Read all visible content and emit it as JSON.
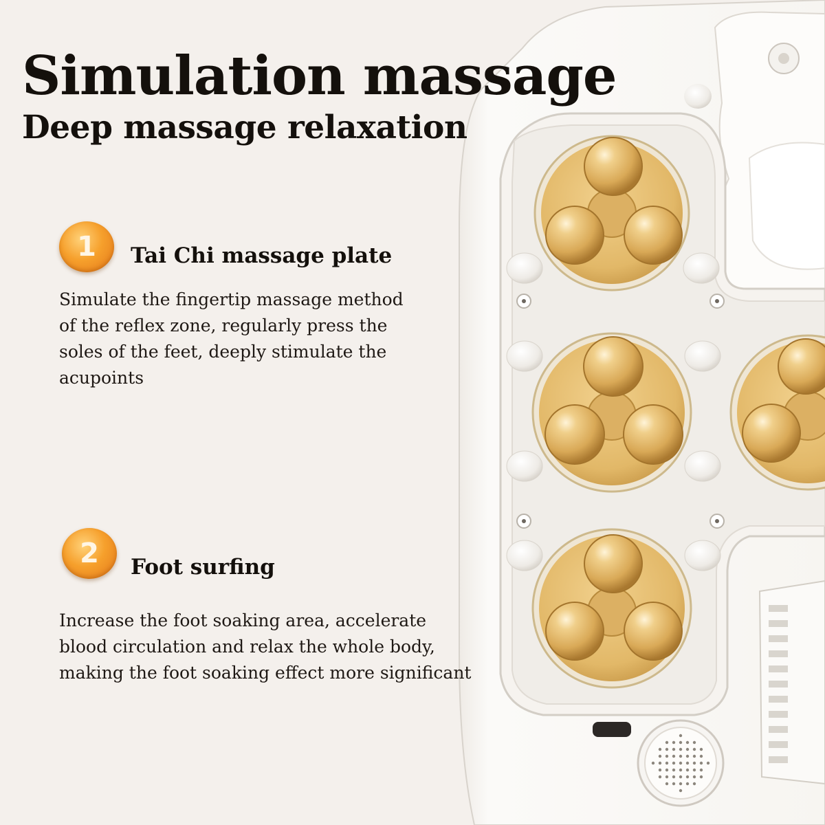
{
  "title": "Simulation massage",
  "subtitle": "Deep massage relaxation",
  "features": [
    {
      "number": "1",
      "title": "Tai Chi massage plate",
      "description_lines": [
        "Simulate the fingertip massage method",
        "of the reflex zone, regularly press the",
        "soles of the feet, deeply stimulate the",
        "acupoints"
      ]
    },
    {
      "number": "2",
      "title": "Foot surfing",
      "description_lines": [
        "Increase the foot soaking area, accelerate",
        "blood circulation and relax the whole body,",
        "making the foot soaking effect more significant"
      ]
    }
  ],
  "colors": {
    "background": "#f4f0ec",
    "badge_orange": "#f6a02c",
    "massage_ball_tan": "#e2b868",
    "device_white": "#fbfaf7"
  }
}
